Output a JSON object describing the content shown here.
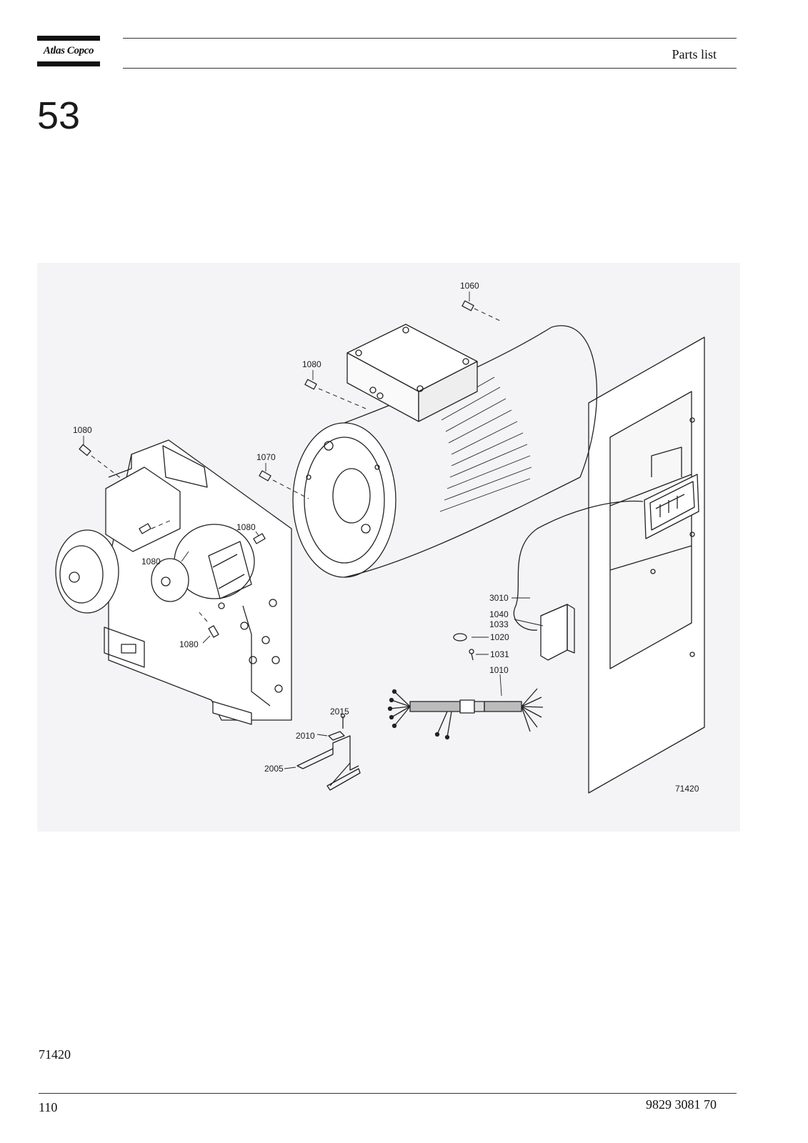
{
  "header": {
    "brand": "Atlas Copco",
    "title": "Parts list"
  },
  "section": {
    "number": "53"
  },
  "figure": {
    "image_ref": "71420",
    "callouts": [
      "1060",
      "1080",
      "1080",
      "1070",
      "1080",
      "1080",
      "1080",
      "3010",
      "1040",
      "1033",
      "1020",
      "1031",
      "1010",
      "2015",
      "2010",
      "2005"
    ]
  },
  "caption": {
    "figure_ref": "71420"
  },
  "footer": {
    "page_number": "110",
    "document_number": "9829 3081 70"
  }
}
